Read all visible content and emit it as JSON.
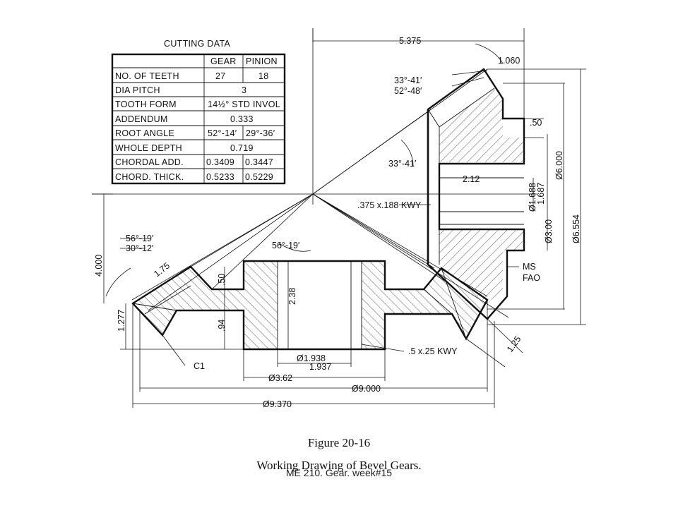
{
  "cutting_data": {
    "title": "CUTTING DATA",
    "headers": [
      "",
      "GEAR",
      "PINION"
    ],
    "rows": [
      {
        "label": "NO. OF TEETH",
        "gear": "27",
        "pinion": "18"
      },
      {
        "label": "DIA PITCH",
        "both": "3"
      },
      {
        "label": "TOOTH FORM",
        "both": "14½° STD INVOL"
      },
      {
        "label": "ADDENDUM",
        "both": "0.333"
      },
      {
        "label": "ROOT ANGLE",
        "gear": "52°-14′",
        "pinion": "29°-36′"
      },
      {
        "label": "WHOLE DEPTH",
        "both": "0.719"
      },
      {
        "label": "CHORDAL ADD.",
        "gear": "0.3409",
        "pinion": "0.3447"
      },
      {
        "label": "CHORD. THICK.",
        "gear": "0.5233",
        "pinion": "0.5229"
      }
    ]
  },
  "dimensions": {
    "d5375": "5.375",
    "d1060": "1.060",
    "ang_33_41_top": "33°-41′",
    "ang_52_48": "52°-48′",
    "d50_hub": ".50",
    "d6000": "Ø6.000",
    "d6554": "Ø6.554",
    "ang_33_41_mid": "33°-41′",
    "d212": "2.12",
    "d1688": "Ø1.688",
    "d1687": "1.687",
    "d300": "Ø3.00",
    "kwy_small": ".375 x.188 KWY",
    "ang_56_19_a": "56°-19′",
    "ang_30_12": "30°-12′",
    "ang_56_19_b": "56°-19′",
    "d4000": "4.000",
    "d175": "1.75",
    "d50_gear": ".50",
    "d238": "2.38",
    "d94": ".94",
    "d1277": "1.277",
    "c1": "C1",
    "d1938": "Ø1.938",
    "d1937": "1.937",
    "kwy_large": ".5 x.25 KWY",
    "d362": "Ø3.62",
    "d9000": "Ø9.000",
    "d9370": "Ø9.370",
    "d125": "1.25",
    "ms": "MS",
    "fao": "FAO"
  },
  "caption": {
    "figure": "Figure 20-16",
    "title": "Working Drawing of Bevel Gears."
  },
  "footer": "ME 210. Gear. week#15"
}
